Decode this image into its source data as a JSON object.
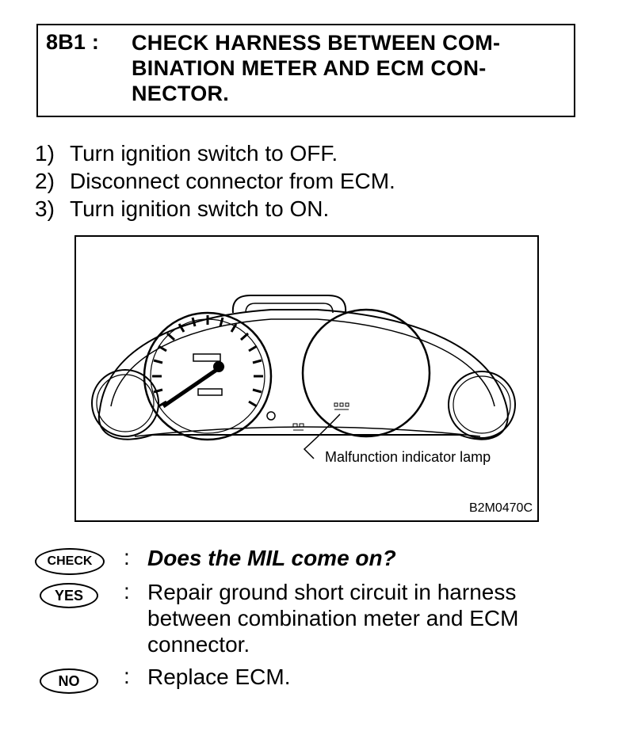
{
  "header": {
    "step_code": "8B1 :",
    "title_lines": [
      "CHECK HARNESS BETWEEN COM-",
      "BINATION METER AND ECM CON-",
      "NECTOR."
    ]
  },
  "instructions": [
    {
      "num": "1)",
      "text": "Turn ignition switch to OFF."
    },
    {
      "num": "2)",
      "text": "Disconnect connector from ECM."
    },
    {
      "num": "3)",
      "text": "Turn ignition switch to ON."
    }
  ],
  "figure": {
    "callout": "Malfunction indicator lamp",
    "figure_id": "B2M0470C",
    "icon": "combination-meter-illustration"
  },
  "results": [
    {
      "badge": "CHECK",
      "text": "Does the MIL come on?"
    },
    {
      "badge": "YES",
      "lines": [
        "Repair ground short circuit in harness",
        "between combination meter and ECM",
        "connector."
      ]
    },
    {
      "badge": "NO",
      "text": "Replace ECM."
    }
  ]
}
